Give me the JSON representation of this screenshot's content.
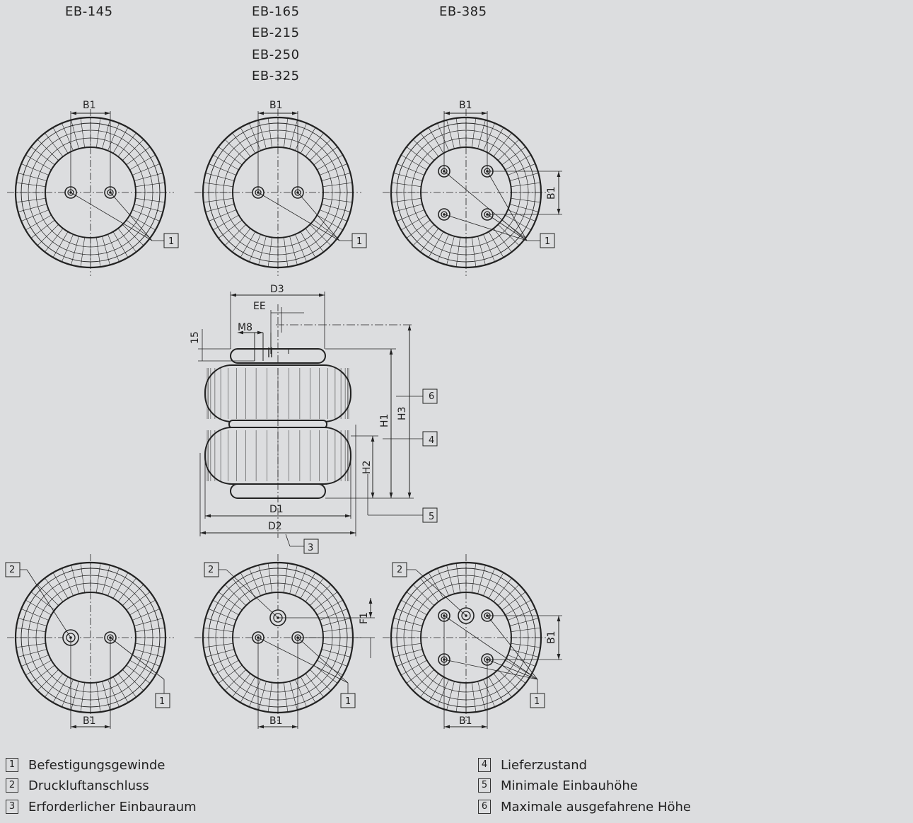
{
  "models": {
    "col1": [
      "EB-145"
    ],
    "col2": [
      "EB-165",
      "EB-215",
      "EB-250",
      "EB-325"
    ],
    "col3": [
      "EB-385"
    ]
  },
  "dims": {
    "b1": "B1",
    "d1": "D1",
    "d2": "D2",
    "d3": "D3",
    "ee": "EE",
    "m8": "M8",
    "h1": "H1",
    "h2": "H2",
    "h3": "H3",
    "f1": "F1",
    "fifteen": "15"
  },
  "callouts": {
    "c1": "1",
    "c2": "2",
    "c3": "3",
    "c4": "4",
    "c5": "5",
    "c6": "6"
  },
  "legend": [
    {
      "num": "1",
      "text": "Befestigungsgewinde"
    },
    {
      "num": "2",
      "text": "Druckluftanschluss"
    },
    {
      "num": "3",
      "text": "Erforderlicher Einbauraum"
    },
    {
      "num": "4",
      "text": "Lieferzustand"
    },
    {
      "num": "5",
      "text": "Minimale Einbauhöhe"
    },
    {
      "num": "6",
      "text": "Maximale ausgefahrene Höhe"
    }
  ]
}
